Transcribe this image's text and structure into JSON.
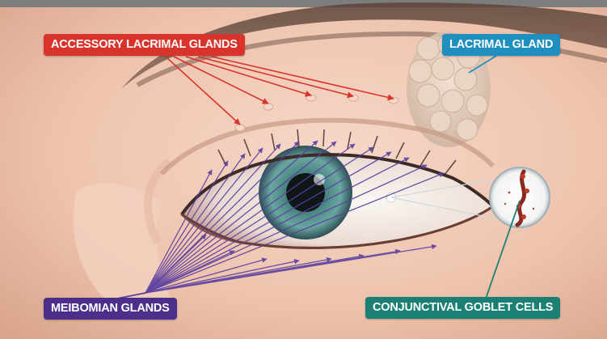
{
  "labels": {
    "accessory_lacrimal_glands": "ACCESSORY LACRIMAL GLANDS",
    "lacrimal_gland": "LACRIMAL GLAND",
    "meibomian_glands": "MEIBOMIAN GLANDS",
    "conjunctival_goblet_cells": "CONJUNCTIVAL GOBLET CELLS"
  },
  "colors": {
    "accessory_lacrimal_glands": "#d9342b",
    "lacrimal_gland": "#1f8fc0",
    "meibomian_glands": "#4b2f8a",
    "conjunctival_goblet_cells": "#1c7f74",
    "top_bar": "#7d7d7d"
  }
}
